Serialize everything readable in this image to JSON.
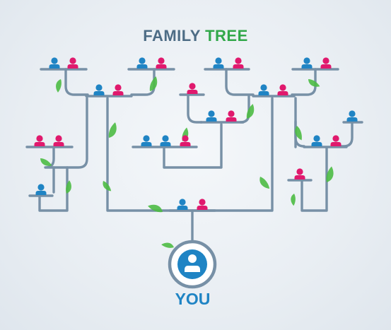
{
  "title": {
    "word1": "FAMILY",
    "word2": "TREE"
  },
  "you_label": "YOU",
  "colors": {
    "line": "#7790a6",
    "male": "#1f84c4",
    "female": "#e0196d",
    "leaf": "#4cbb44",
    "title_dark": "#4d6c85",
    "title_green": "#32a84a",
    "background": "#e8eef4"
  },
  "icons": [
    "person-male-icon",
    "person-female-icon",
    "leaf-icon",
    "you-avatar-icon"
  ]
}
